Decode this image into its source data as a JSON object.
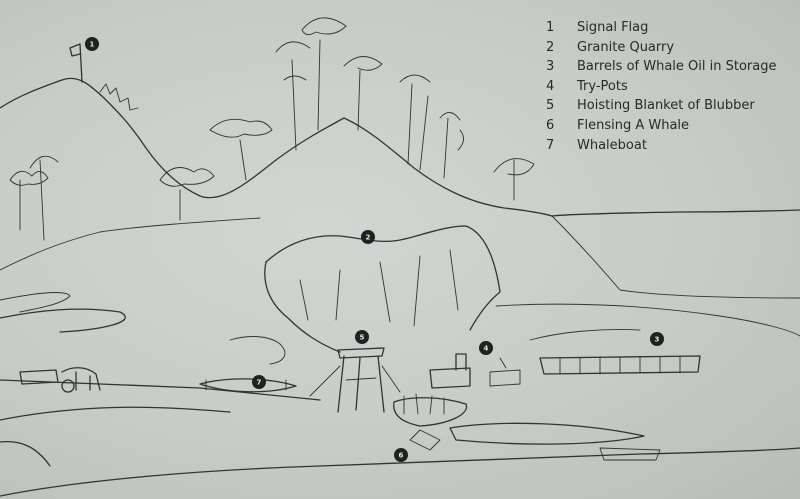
{
  "legend": [
    {
      "num": "1",
      "label": "Signal Flag"
    },
    {
      "num": "2",
      "label": "Granite Quarry"
    },
    {
      "num": "3",
      "label": "Barrels of Whale Oil in Storage"
    },
    {
      "num": "4",
      "label": "Try-Pots"
    },
    {
      "num": "5",
      "label": "Hoisting Blanket of Blubber"
    },
    {
      "num": "6",
      "label": "Flensing A Whale"
    },
    {
      "num": "7",
      "label": "Whaleboat"
    }
  ],
  "colors": {
    "paper": "#c9cdc9",
    "ink": "#2f3532",
    "marker": "#1e2321"
  }
}
